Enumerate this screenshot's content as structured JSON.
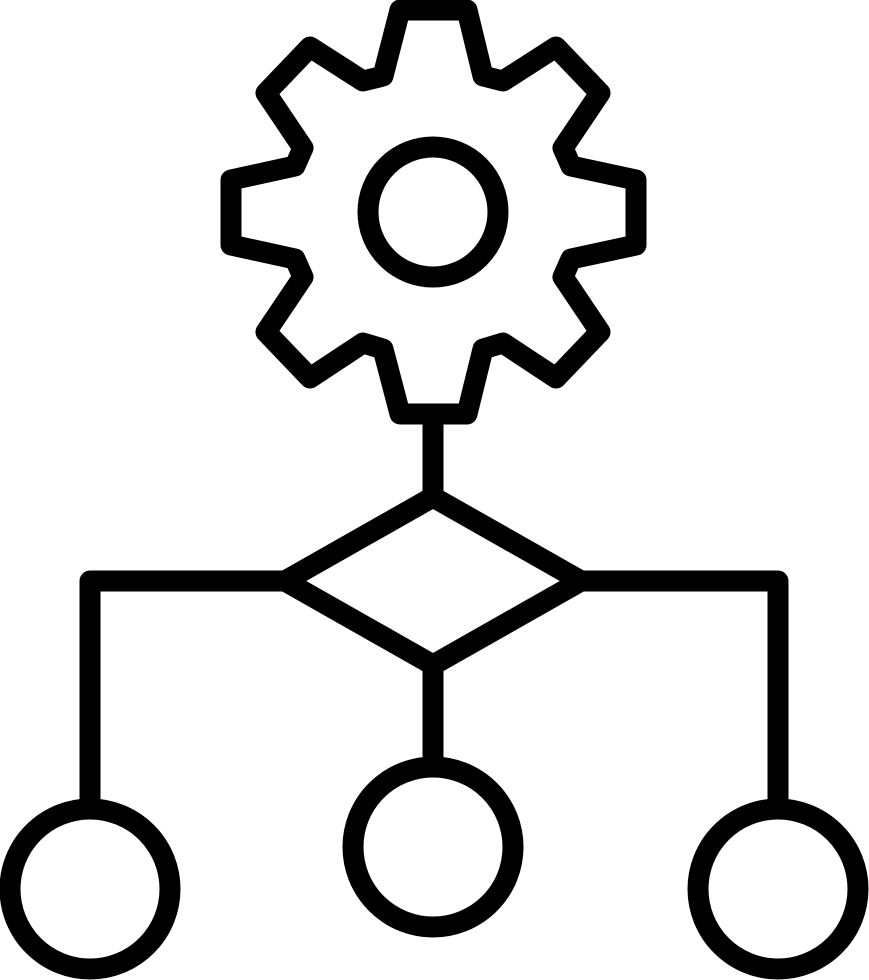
{
  "icon": {
    "name": "workflow-process-icon",
    "depicts": [
      "gear",
      "decision-diamond",
      "branch-lines",
      "three-output-nodes"
    ],
    "style": "outline",
    "colors": {
      "stroke": "#000000",
      "background": "#ffffff"
    },
    "gear_teeth": 8,
    "output_nodes": 3
  }
}
